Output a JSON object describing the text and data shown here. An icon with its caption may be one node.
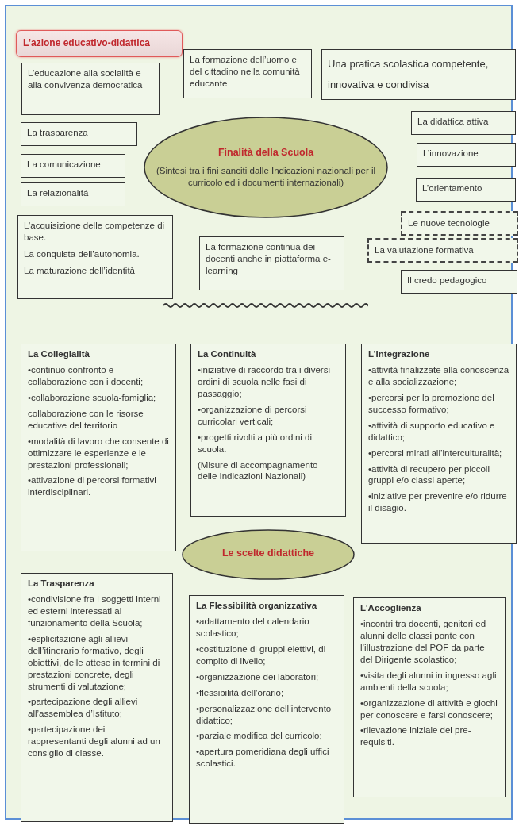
{
  "diagram": {
    "nodes": [
      {
        "text": [
          "L’azione educativo-didattica"
        ]
      },
      {
        "text": [
          "L’educazione alla socialità e alla convivenza democratica"
        ]
      },
      {
        "text": [
          "La formazione dell’uomo e del cittadino nella comunità educante"
        ]
      },
      {
        "text": [
          "Una pratica scolastica competente, innovativa e condivisa"
        ]
      },
      {
        "text": [
          "La didattica attiva"
        ]
      },
      {
        "text": [
          "La trasparenza"
        ]
      },
      {
        "text": [
          "Finalità della Scuola",
          "(Sintesi tra i fini sanciti dalle Indicazioni nazionali per il curricolo ed i documenti internazionali)"
        ]
      },
      {
        "text": [
          "L’innovazione"
        ]
      },
      {
        "text": [
          "La comunicazione"
        ]
      },
      {
        "text": [
          "L’orientamento"
        ]
      },
      {
        "text": [
          "La relazionalità"
        ]
      },
      {
        "text": [
          "L’acquisizione delle competenze di base.",
          "La conquista dell’autonomia.",
          "La maturazione dell’identità"
        ]
      },
      {
        "text": [
          "Le nuove tecnologie"
        ]
      },
      {
        "text": [
          "La formazione continua dei docenti anche in piattaforma e-learning"
        ]
      },
      {
        "text": [
          "La valutazione formativa"
        ]
      },
      {
        "text": [
          "Il credo pedagogico"
        ]
      },
      {
        "text": [
          "La Collegialità",
          "•continuo confronto e collaborazione con i docenti;",
          "•collaborazione scuola-famiglia;",
          "collaborazione con le risorse educative del territorio",
          "•modalità di lavoro che consente di ottimizzare le esperienze e le prestazioni professionali;",
          "•attivazione di percorsi formativi interdisciplinari."
        ]
      },
      {
        "text": [
          "La Continuità",
          "•iniziative di raccordo tra i diversi ordini di scuola nelle fasi di passaggio;",
          "•organizzazione di percorsi curricolari verticali;",
          "•progetti rivolti a più ordini di scuola.",
          "(Misure di accompagnamento delle Indicazioni Nazionali)"
        ]
      },
      {
        "text": [
          "L’Integrazione",
          "•attività finalizzate alla conoscenza e alla socializzazione;",
          "•percorsi per la promozione del successo formativo;",
          "•attività di supporto educativo e didattico;",
          "•percorsi mirati all’interculturalità;",
          "•attività di recupero per piccoli gruppi e/o classi aperte;",
          "•iniziative per prevenire e/o ridurre il disagio."
        ]
      },
      {
        "text": [
          "Le scelte didattiche"
        ]
      },
      {
        "text": [
          "La Trasparenza",
          "•condivisione fra i soggetti interni ed esterni interessati al funzionamento della Scuola;",
          "•esplicitazione agli allievi dell’itinerario formativo, degli obiettivi, delle attese in termini di prestazioni concrete, degli strumenti di valutazione;",
          "•partecipazione degli allievi all’assemblea d’Istituto;",
          "•partecipazione dei rappresentanti degli alunni ad un consiglio di classe."
        ]
      },
      {
        "text": [
          "La Flessibilità organizzativa",
          "•adattamento del calendario scolastico;",
          "•costituzione di gruppi elettivi, di compito di livello;",
          "•organizzazione dei laboratori;",
          "•flessibilità dell’orario;",
          "•personalizzazione dell’intervento didattico;",
          "•parziale modifica del curricolo;",
          "•apertura pomeridiana degli uffici scolastici."
        ]
      },
      {
        "text": [
          "L’Accoglienza",
          "•incontri tra docenti, genitori ed alunni delle classi ponte con l’illustrazione del POF da parte del Dirigente scolastico;",
          "•visita degli alunni in ingresso agli ambienti della scuola;",
          "•organizzazione di attività e giochi per conoscere e farsi conoscere;",
          "•rilevazione iniziale dei pre-requisiti."
        ]
      }
    ]
  }
}
